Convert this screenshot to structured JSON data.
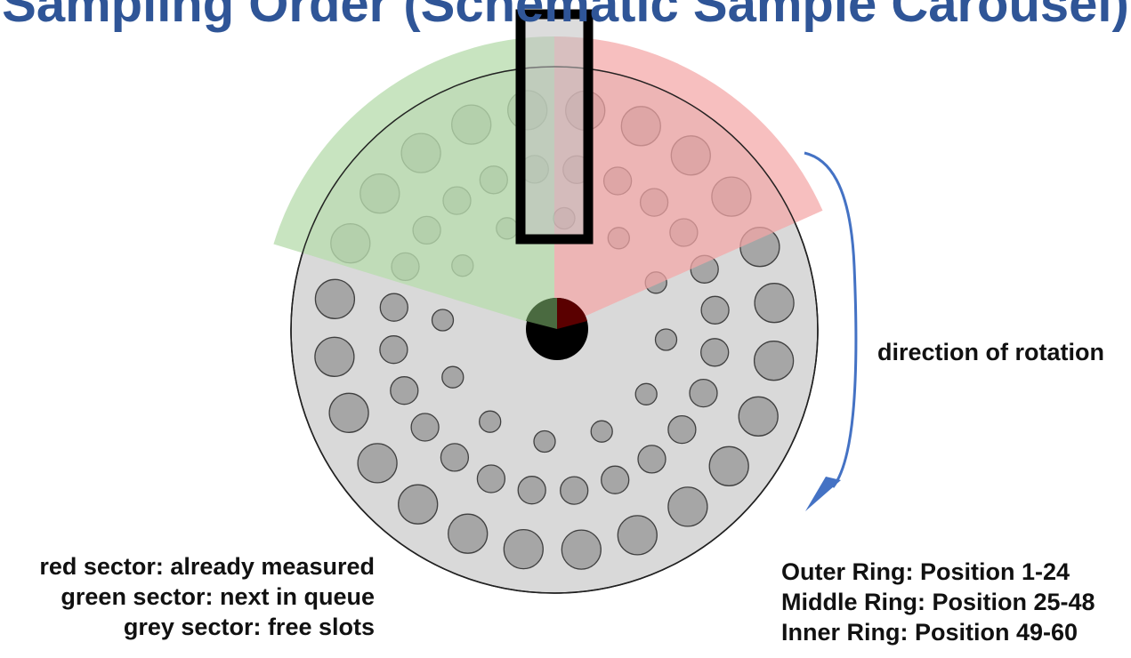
{
  "title": "Sampling Order (Schematic Sample Carousel)",
  "rotation_label": "direction of rotation",
  "legend_sectors": [
    "red sector: already measured",
    "green sector: next in queue",
    "grey sector: free slots"
  ],
  "legend_rings": [
    "Outer Ring: Position 1-24",
    "Middle Ring: Position 25-48",
    "Inner Ring: Position 49-60"
  ],
  "rings": {
    "outer": {
      "slot_count": 24,
      "positions": "1-24"
    },
    "middle": {
      "slot_count": 24,
      "positions": "25-48"
    },
    "inner": {
      "slot_count": 12,
      "positions": "49-60"
    }
  },
  "sectors": {
    "measured": {
      "span_degrees": 66,
      "color": "#f4a6a6"
    },
    "queue": {
      "span_degrees": 73,
      "color": "#b9dcae"
    },
    "free": {
      "color": "#d9d9d9"
    }
  },
  "colors": {
    "title": "#2f5597",
    "arrow": "#4472c4",
    "slot_fill": "#a6a6a6",
    "slot_stroke": "#404040",
    "carousel_fill": "#d9d9d9",
    "hub": "#000000",
    "probe_frame": "#000000"
  }
}
